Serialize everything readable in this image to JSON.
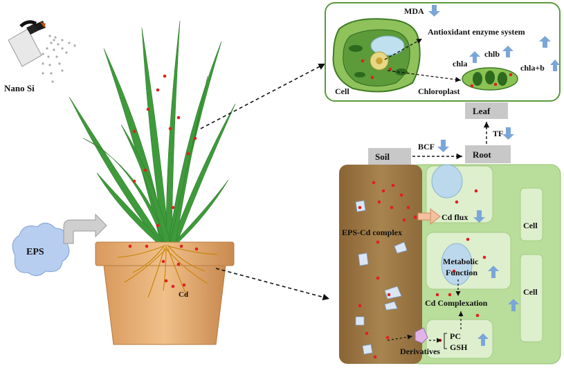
{
  "spray": {
    "label": "Nano Si"
  },
  "pot": {
    "cd_label": "Cd"
  },
  "eps": {
    "label": "EPS"
  },
  "cell_panel": {
    "mda": "MDA",
    "antioxidant": "Antioxidant enzyme system",
    "cell_label": "Cell",
    "chloroplast_label": "Chloroplast",
    "chla": "chla",
    "chlb": "chlb",
    "chlab": "chla+b"
  },
  "flow": {
    "leaf": "Leaf",
    "tf": "TF",
    "soil": "Soil",
    "bcf": "BCF",
    "root": "Root"
  },
  "root_panel": {
    "eps_cd_complex": "EPS-Cd complex",
    "cd_flux": "Cd flux",
    "cell_right_1": "Cell",
    "cell_right_2": "Cell",
    "metabolic": "Metabolic",
    "function": "Function",
    "cd_complexation": "Cd Complexation",
    "pc": "PC",
    "gsh": "GSH",
    "derivatives": "Derivatives"
  },
  "colors": {
    "arrow_blue": "#7aa6d9",
    "panel_border": "#5a9a3a",
    "cell_green": "#b9dd9a",
    "soil_brown": "#a07c4a",
    "cd_red": "#e02020",
    "label_box": "#c8c8c8"
  }
}
